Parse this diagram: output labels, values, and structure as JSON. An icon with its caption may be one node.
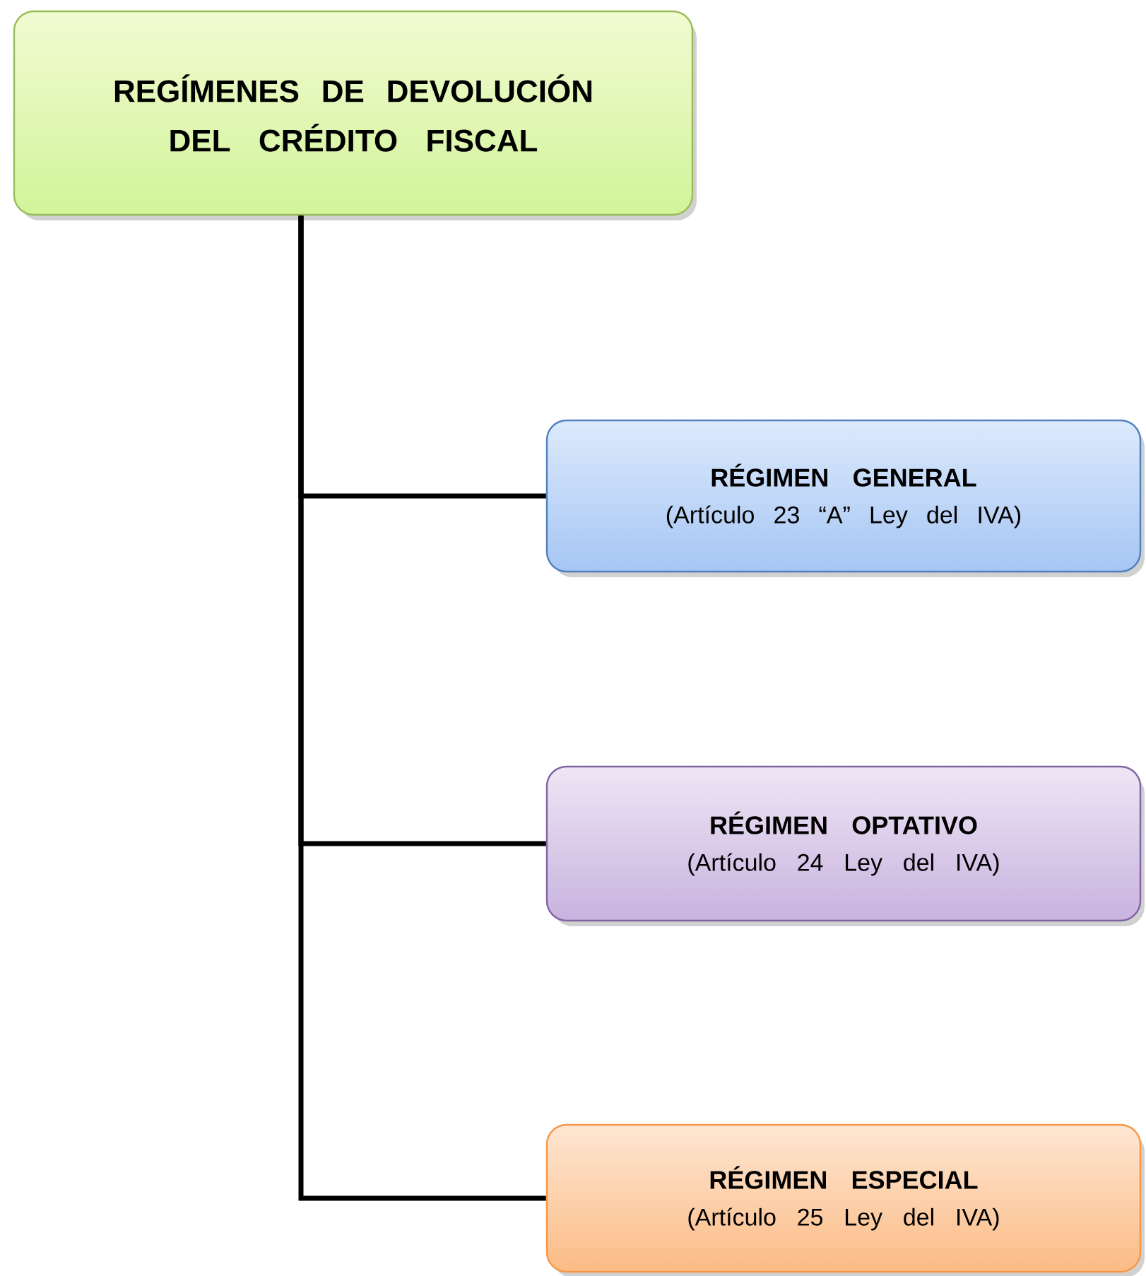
{
  "diagram": {
    "nodes": [
      {
        "text": [
          "REGÍMENES DE DEVOLUCIÓN DEL CRÉDITO FISCAL"
        ]
      },
      {
        "text": [
          "RÉGIMEN GENERAL",
          "(Artículo 23 “A” Ley del IVA)"
        ]
      },
      {
        "text": [
          "RÉGIMEN OPTATIVO",
          "(Artículo 24 Ley del IVA)"
        ]
      },
      {
        "text": [
          "RÉGIMEN ESPECIAL",
          "(Artículo 25 Ley del IVA)"
        ]
      }
    ],
    "edges": [
      {
        "from": 0,
        "to": 1,
        "arrow": "none"
      },
      {
        "from": 0,
        "to": 2,
        "arrow": "none"
      },
      {
        "from": 0,
        "to": 3,
        "arrow": "none"
      }
    ]
  }
}
